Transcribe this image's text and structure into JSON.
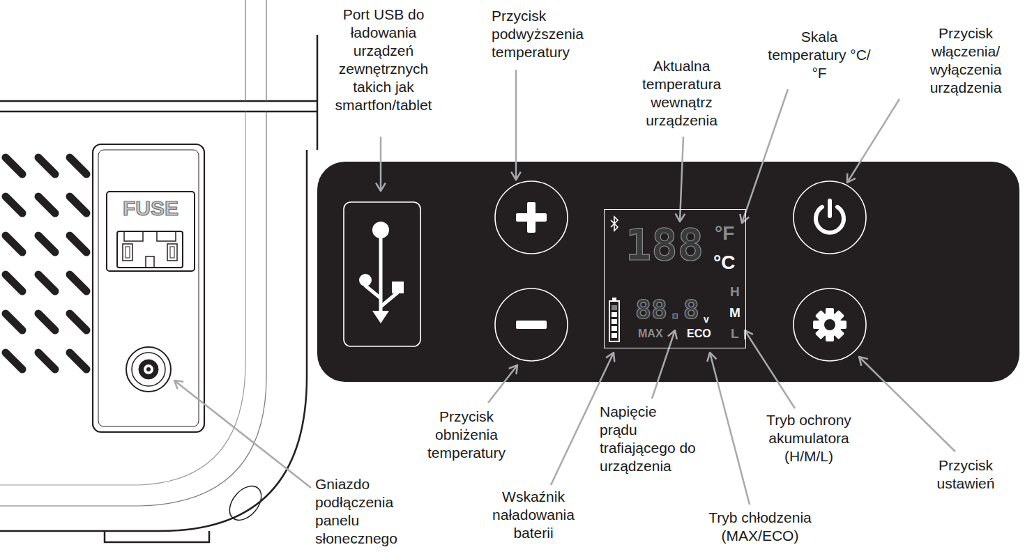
{
  "diagram": {
    "nodes": [
      {
        "text": [
          "FUSE"
        ]
      },
      {
        "text": [
          "188",
          "°F",
          "°C",
          "H",
          "M",
          "L",
          "88.8",
          "v",
          "MAX",
          "ECO"
        ]
      }
    ],
    "labels": [
      "Port USB do ładowania urządzeń zewnętrznych takich jak smartfon/tablet",
      "Przycisk podwyższenia temperatury",
      "Aktualna temperatura wewnątrz urządzenia",
      "Skala temperatury °C/°F",
      "Przycisk włączenia/ wyłączenia urządzenia",
      "Przycisk obniżenia temperatury",
      "Gniazdo podłączenia panelu słonecznego",
      "Wskaźnik naładowania baterii",
      "Napięcie prądu trafiającego do urządzenia",
      "Tryb ochrony akumulatora (H/M/L)",
      "Przycisk ustawień",
      "Tryb chłodzenia (MAX/ECO)"
    ]
  }
}
